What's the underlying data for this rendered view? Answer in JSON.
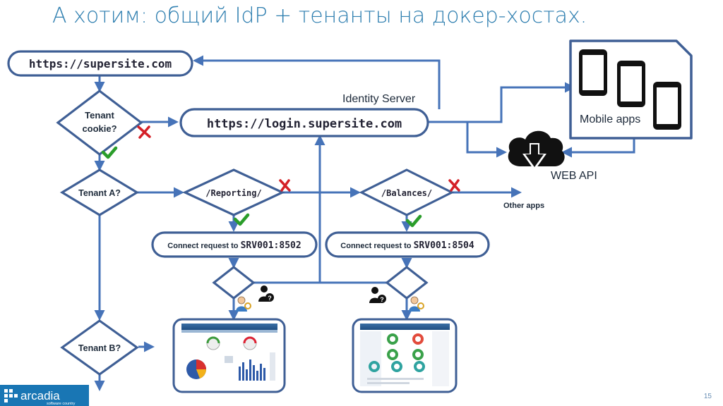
{
  "slide": {
    "title": "А хотим: общий IdP + тенанты на докер-хостах.",
    "page_number": "15"
  },
  "nodes": {
    "supersite_url": "https://supersite.com",
    "login_url": "https://login.supersite.com",
    "identity_server_label": "Identity Server",
    "tenant_cookie_line1": "Tenant",
    "tenant_cookie_line2": "cookie?",
    "tenant_a": "Tenant A?",
    "tenant_b": "Tenant B?",
    "reporting_path": "/Reporting/",
    "balances_path": "/Balances/",
    "connect_prefix_1": "Connect request to ",
    "connect_server_1": "SRV001:8502",
    "connect_prefix_2": "Connect request to ",
    "connect_server_2": "SRV001:8504",
    "other_apps": "Other apps",
    "mobile_apps": "Mobile apps",
    "web_api": "WEB API"
  },
  "logo": {
    "name": "arcadia",
    "tagline": "software country"
  },
  "colors": {
    "arrow": "#4673b8",
    "shape_border": "#3f5f95",
    "title": "#2f7fb0",
    "cross": "#d42027",
    "check": "#2a9d2a",
    "logo_bg": "#1976b4"
  },
  "icons": [
    "check-icon",
    "cross-icon",
    "user-question-icon",
    "user-key-icon",
    "cloud-download-icon",
    "phone-icon"
  ]
}
